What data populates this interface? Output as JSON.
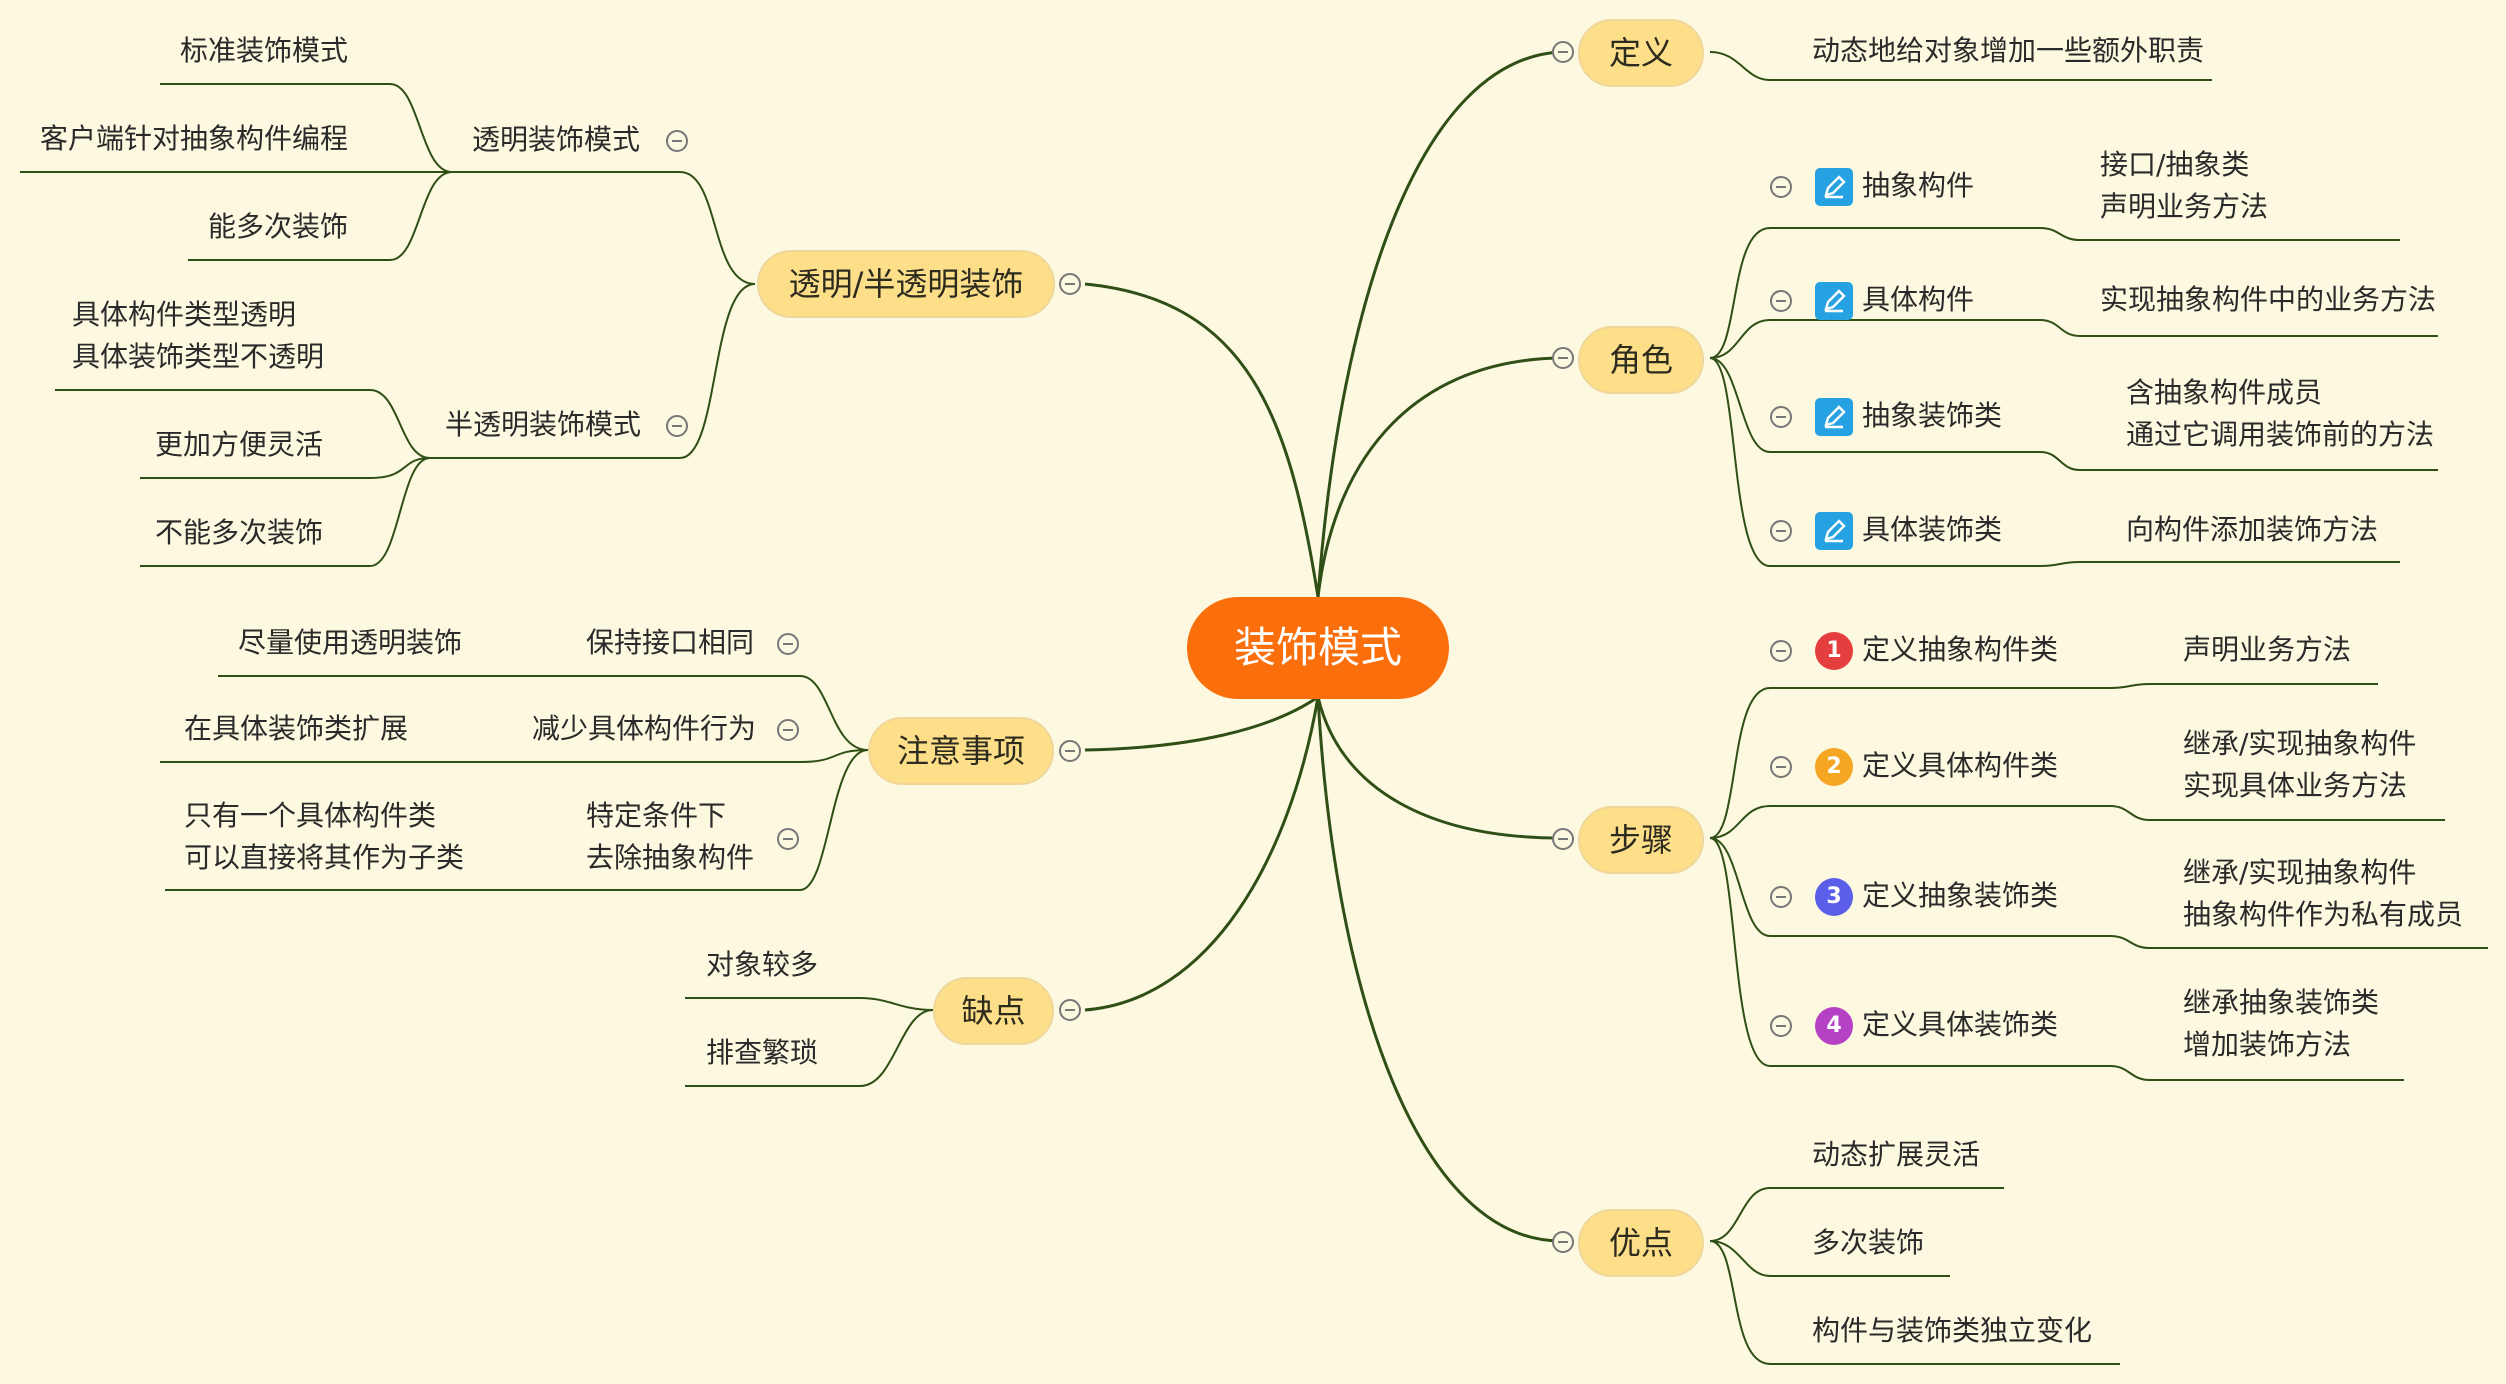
{
  "root": {
    "label": "装饰模式"
  },
  "colors": {
    "background": "#fdf8e0",
    "root_fill": "#fa6f0b",
    "branch_fill": "#fddf8a",
    "line": "#2f4f16",
    "edit_icon": "#26a2e2",
    "step_1": "#e53e3e",
    "step_2": "#f5a623",
    "step_3": "#5a5ee8",
    "step_4": "#b542c5"
  },
  "right": {
    "definition": {
      "label": "定义",
      "text": "动态地给对象增加一些额外职责"
    },
    "roles": {
      "label": "角色",
      "items": [
        {
          "name": "抽象构件",
          "icon": "edit-icon",
          "detail": [
            "接口/抽象类",
            "声明业务方法"
          ]
        },
        {
          "name": "具体构件",
          "icon": "edit-icon",
          "detail": [
            "实现抽象构件中的业务方法"
          ]
        },
        {
          "name": "抽象装饰类",
          "icon": "edit-icon",
          "detail": [
            "含抽象构件成员",
            "通过它调用装饰前的方法"
          ]
        },
        {
          "name": "具体装饰类",
          "icon": "edit-icon",
          "detail": [
            "向构件添加装饰方法"
          ]
        }
      ]
    },
    "steps": {
      "label": "步骤",
      "items": [
        {
          "number": "1",
          "name": "定义抽象构件类",
          "detail": [
            "声明业务方法"
          ]
        },
        {
          "number": "2",
          "name": "定义具体构件类",
          "detail": [
            "继承/实现抽象构件",
            "实现具体业务方法"
          ]
        },
        {
          "number": "3",
          "name": "定义抽象装饰类",
          "detail": [
            "继承/实现抽象构件",
            "抽象构件作为私有成员"
          ]
        },
        {
          "number": "4",
          "name": "定义具体装饰类",
          "detail": [
            "继承抽象装饰类",
            "增加装饰方法"
          ]
        }
      ]
    },
    "advantages": {
      "label": "优点",
      "items": [
        "动态扩展灵活",
        "多次装饰",
        "构件与装饰类独立变化"
      ]
    }
  },
  "left": {
    "transparency": {
      "label": "透明/半透明装饰",
      "transparent": {
        "label": "透明装饰模式",
        "items": [
          "标准装饰模式",
          "客户端针对抽象构件编程",
          "能多次装饰"
        ]
      },
      "semi": {
        "label": "半透明装饰模式",
        "items": [
          [
            "具体构件类型透明",
            "具体装饰类型不透明"
          ],
          [
            "更加方便灵活"
          ],
          [
            "不能多次装饰"
          ]
        ]
      }
    },
    "notes": {
      "label": "注意事项",
      "items": [
        {
          "name": [
            "保持接口相同"
          ],
          "detail": [
            "尽量使用透明装饰"
          ]
        },
        {
          "name": [
            "减少具体构件行为"
          ],
          "detail": [
            "在具体装饰类扩展"
          ]
        },
        {
          "name": [
            "特定条件下",
            "去除抽象构件"
          ],
          "detail": [
            "只有一个具体构件类",
            "可以直接将其作为子类"
          ]
        }
      ]
    },
    "disadvantages": {
      "label": "缺点",
      "items": [
        "对象较多",
        "排查繁琐"
      ]
    }
  }
}
